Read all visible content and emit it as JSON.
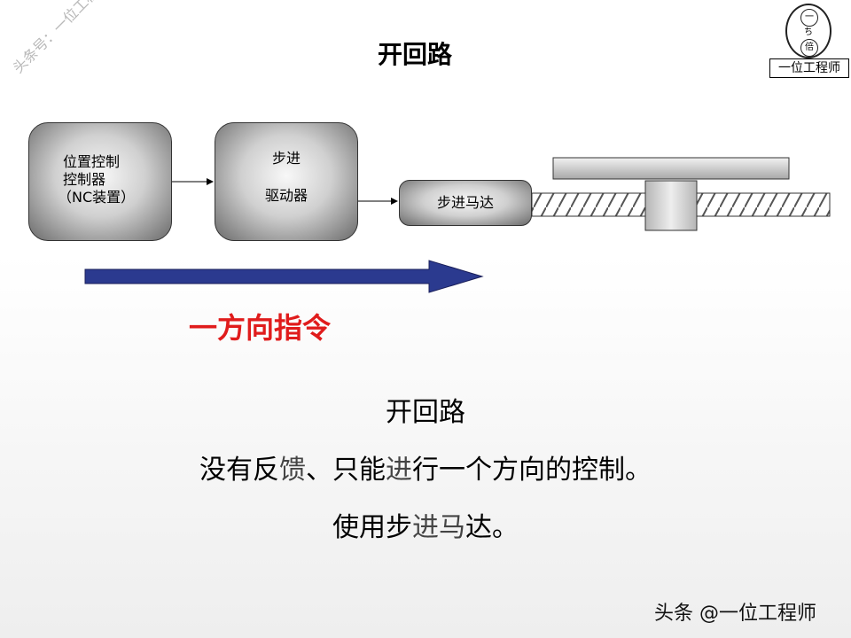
{
  "title": "开回路",
  "blocks": {
    "controller": [
      "位置控制",
      "控制器",
      "（NC装置）"
    ],
    "driver": [
      "步进",
      "驱动器"
    ],
    "motor": "步进马达"
  },
  "direction_label": "一方向指令",
  "body": {
    "line1": "开回路",
    "line2_a": "没有反",
    "line2_b": "馈",
    "line2_c": "、只能",
    "line2_d": "进",
    "line2_e": "行一个方向的控制。",
    "line3_a": "使用步",
    "line3_b": "进马",
    "line3_c": "达。"
  },
  "footer": "头条 @一位工程师",
  "watermark": "头条号：一位工程师",
  "logo": {
    "text": "一位工程师",
    "top_char": "一",
    "mid_char": "ち",
    "bottom_char": "倍"
  },
  "colors": {
    "arrow": "#2b3a8f",
    "direction_text": "#e01c1c"
  }
}
